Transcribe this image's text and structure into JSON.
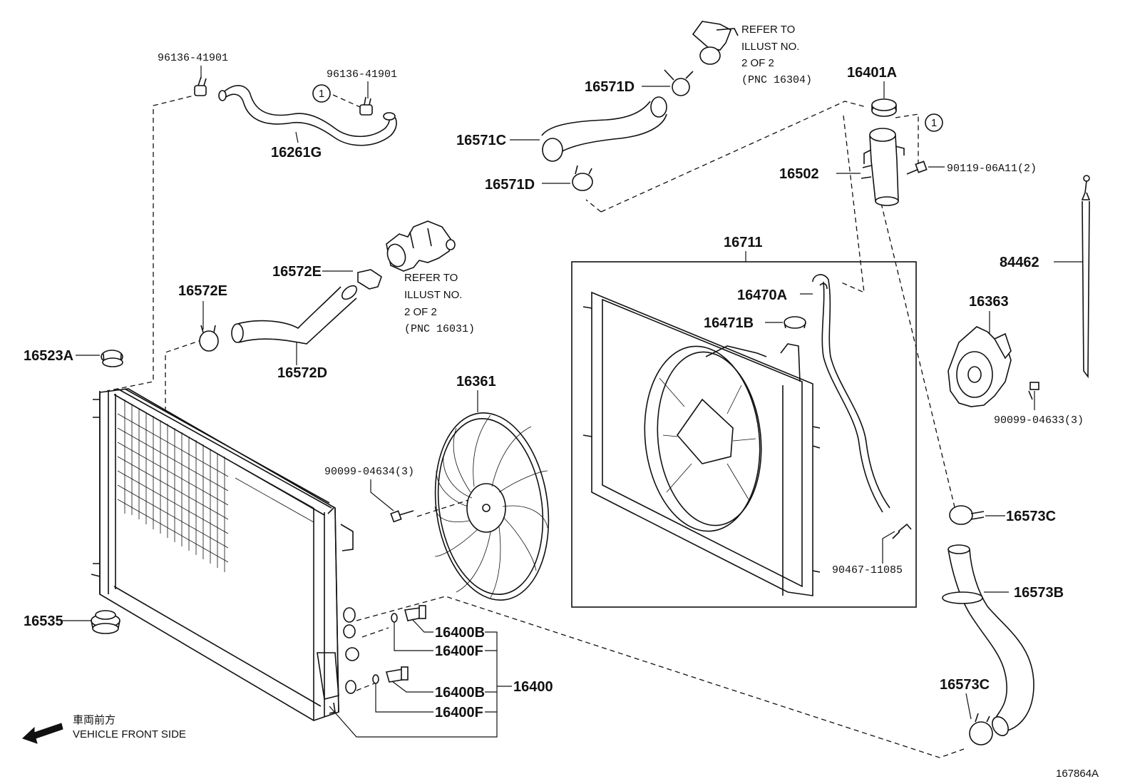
{
  "labels": {
    "p96136_a": "96136-41901",
    "p96136_b": "96136-41901",
    "p16261g": "16261G",
    "p16571d_top": "16571D",
    "p16571c": "16571C",
    "p16571d_bot": "16571D",
    "p16401a": "16401A",
    "p16502": "16502",
    "p90119": "90119-06A11(2)",
    "p84462": "84462",
    "p16711": "16711",
    "p16470a": "16470A",
    "p16471b": "16471B",
    "p16363": "16363",
    "p90099_b": "90099-04633(3)",
    "p16572e_a": "16572E",
    "p16572e_b": "16572E",
    "p16572d": "16572D",
    "p16523a": "16523A",
    "p16361": "16361",
    "p90099_a": "90099-04634(3)",
    "p16573c_top": "16573C",
    "p90467": "90467-11085",
    "p16573b": "16573B",
    "p16535": "16535",
    "p16400b_top": "16400B",
    "p16400f_top": "16400F",
    "p16400": "16400",
    "p16400b_bot": "16400B",
    "p16400f_bot": "16400F",
    "p16573c_bot": "16573C"
  },
  "callout_marker": "1",
  "refer_top": {
    "line1": "REFER TO",
    "line2": "ILLUST NO.",
    "line3": "2 OF 2",
    "line4": "(PNC 16304)"
  },
  "refer_mid": {
    "line1": "REFER TO",
    "line2": "ILLUST NO.",
    "line3": "2 OF 2",
    "line4": "(PNC 16031)"
  },
  "front": {
    "jp": "車両前方",
    "en": "VEHICLE FRONT SIDE"
  },
  "illustration_id": "167864A",
  "icons": [
    "front-arrow-icon",
    "callout-circle-icon"
  ]
}
